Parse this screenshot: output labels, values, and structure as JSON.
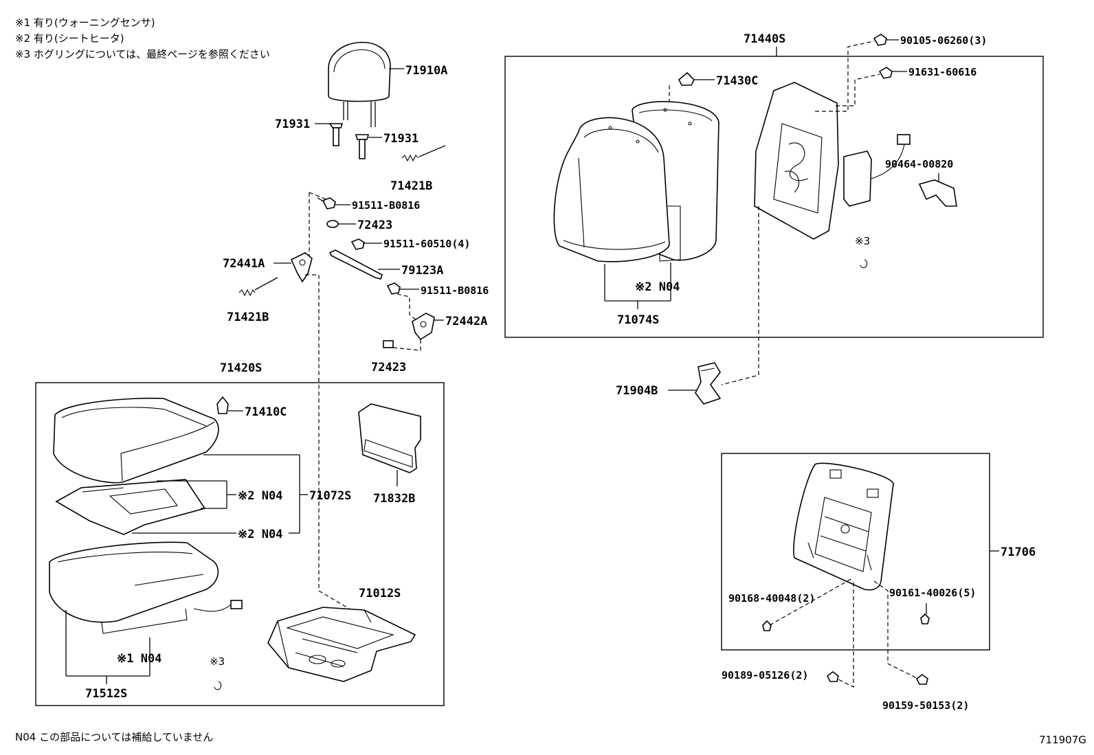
{
  "notes": {
    "note1": "※1 有り(ウォーニングセンサ)",
    "note2": "※2 有り(シートヒータ)",
    "note3": "※3  ホグリングについては、最終ページを参照ください",
    "footer": "N04 この部品については補給していません",
    "figure_id": "711907G"
  },
  "parts": {
    "p71910A": "71910A",
    "p71931a": "71931",
    "p71931b": "71931",
    "p71421Ba": "71421B",
    "p91511_B0816a": "91511-B0816",
    "p72423a": "72423",
    "p91511_60510": "91511-60510(4)",
    "p72441A": "72441A",
    "p79123A": "79123A",
    "p71421Bb": "71421B",
    "p91511_B0816b": "91511-B0816",
    "p72442A": "72442A",
    "p72423b": "72423",
    "p71420S": "71420S",
    "p71410C": "71410C",
    "p71072S": "71072S",
    "p71832B": "71832B",
    "pN04a": "※2 N04",
    "pN04b": "※2 N04",
    "p71012S": "71012S",
    "pN04c": "※1 N04",
    "p71512S": "71512S",
    "pRef3a": "※3",
    "p71440S": "71440S",
    "p90105": "90105-06260(3)",
    "p91631": "91631-60616",
    "p71430C": "71430C",
    "p90464": "90464-00820",
    "pRef3b": "※3",
    "pN04d": "※2 N04",
    "p71074S": "71074S",
    "p71904B": "71904B",
    "p71706": "71706",
    "p90168": "90168-40048(2)",
    "p90161": "90161-40026(5)",
    "p90189": "90189-05126(2)",
    "p90159": "90159-50153(2)"
  }
}
